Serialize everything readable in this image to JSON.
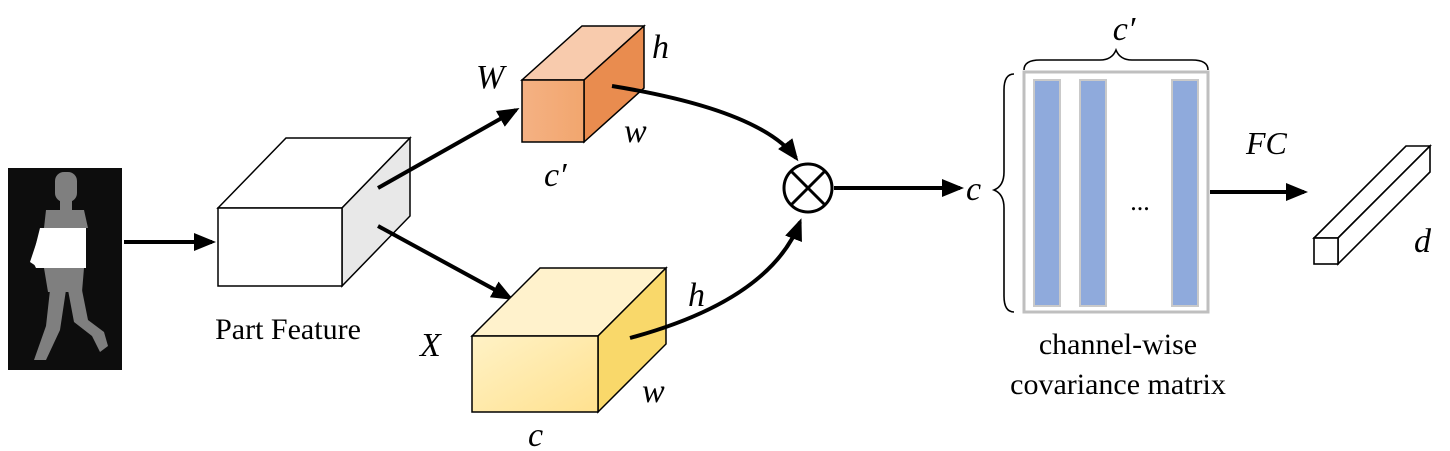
{
  "labels": {
    "part_feature": "Part Feature",
    "W": "W",
    "X": "X",
    "h_top": "h",
    "w_top": "w",
    "c_prime_top": "c′",
    "h_bottom": "h",
    "w_bottom": "w",
    "c_bottom": "c",
    "c_matrix": "c",
    "c_prime_matrix": "c′",
    "dots": "...",
    "fc": "FC",
    "d": "d",
    "matrix_caption_line1": "channel-wise",
    "matrix_caption_line2": "covariance matrix"
  },
  "icons": {
    "multiply": "circled-times-icon",
    "silhouette": "walking-person-mask-icon"
  },
  "colors": {
    "W_front": "#f4b183",
    "W_side": "#e98c4f",
    "W_top": "#f8cbad",
    "X_front": "#ffe699",
    "X_side": "#f9d86a",
    "X_top": "#fff2cc",
    "part_side": "#e8e8e8",
    "matrix_bar": "#8faadc",
    "matrix_border": "#bfbfbf",
    "silhouette_bg": "#0d0d0d",
    "silhouette_body": "#7f7f7f",
    "silhouette_highlight": "#ffffff"
  }
}
